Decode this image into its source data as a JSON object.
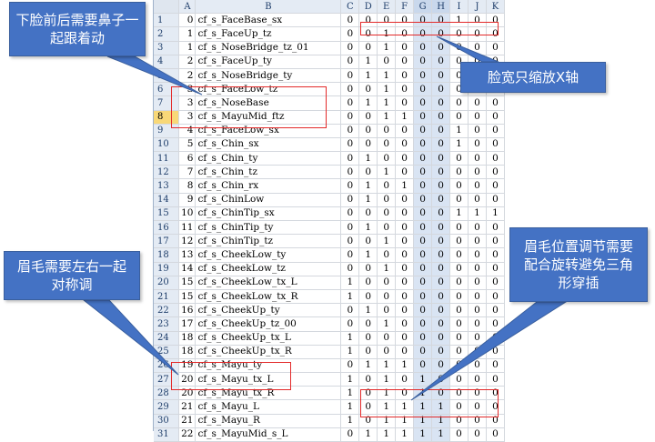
{
  "columns": [
    "A",
    "B",
    "C",
    "D",
    "E",
    "F",
    "G",
    "H",
    "I",
    "J",
    "K"
  ],
  "rows": [
    {
      "n": "1",
      "a": "0",
      "b": "cf_s_FaceBase_sx",
      "f": [
        "0",
        "0",
        "0",
        "0",
        "0",
        "0",
        "1",
        "0",
        "0"
      ]
    },
    {
      "n": "2",
      "a": "1",
      "b": "cf_s_FaceUp_tz",
      "f": [
        "0",
        "0",
        "1",
        "0",
        "0",
        "0",
        "0",
        "0",
        "0"
      ]
    },
    {
      "n": "3",
      "a": "1",
      "b": "cf_s_NoseBridge_tz_01",
      "f": [
        "0",
        "0",
        "1",
        "0",
        "0",
        "0",
        "0",
        "0",
        "0"
      ]
    },
    {
      "n": "4",
      "a": "2",
      "b": "cf_s_FaceUp_ty",
      "f": [
        "0",
        "1",
        "0",
        "0",
        "0",
        "0",
        "0",
        "0",
        "0"
      ]
    },
    {
      "n": "5",
      "a": "2",
      "b": "cf_s_NoseBridge_ty",
      "f": [
        "0",
        "1",
        "1",
        "0",
        "0",
        "0",
        "0",
        "0",
        "0"
      ]
    },
    {
      "n": "6",
      "a": "3",
      "b": "cf_s_FaceLow_tz",
      "f": [
        "0",
        "0",
        "1",
        "0",
        "0",
        "0",
        "0",
        "0",
        "0"
      ]
    },
    {
      "n": "7",
      "a": "3",
      "b": "cf_s_NoseBase",
      "f": [
        "0",
        "1",
        "1",
        "0",
        "0",
        "0",
        "0",
        "0",
        "0"
      ]
    },
    {
      "n": "8",
      "a": "3",
      "b": "cf_s_MayuMid_ftz",
      "f": [
        "0",
        "0",
        "1",
        "1",
        "0",
        "0",
        "0",
        "0",
        "0"
      ]
    },
    {
      "n": "9",
      "a": "4",
      "b": "cf_s_FaceLow_sx",
      "f": [
        "0",
        "0",
        "0",
        "0",
        "0",
        "0",
        "1",
        "0",
        "0"
      ]
    },
    {
      "n": "10",
      "a": "5",
      "b": "cf_s_Chin_sx",
      "f": [
        "0",
        "0",
        "0",
        "0",
        "0",
        "0",
        "1",
        "0",
        "0"
      ]
    },
    {
      "n": "11",
      "a": "6",
      "b": "cf_s_Chin_ty",
      "f": [
        "0",
        "1",
        "0",
        "0",
        "0",
        "0",
        "0",
        "0",
        "0"
      ]
    },
    {
      "n": "12",
      "a": "7",
      "b": "cf_s_Chin_tz",
      "f": [
        "0",
        "0",
        "1",
        "0",
        "0",
        "0",
        "0",
        "0",
        "0"
      ]
    },
    {
      "n": "13",
      "a": "8",
      "b": "cf_s_Chin_rx",
      "f": [
        "0",
        "1",
        "0",
        "1",
        "0",
        "0",
        "0",
        "0",
        "0"
      ]
    },
    {
      "n": "14",
      "a": "9",
      "b": "cf_s_ChinLow",
      "f": [
        "0",
        "1",
        "0",
        "0",
        "0",
        "0",
        "0",
        "0",
        "0"
      ]
    },
    {
      "n": "15",
      "a": "10",
      "b": "cf_s_ChinTip_sx",
      "f": [
        "0",
        "0",
        "0",
        "0",
        "0",
        "0",
        "1",
        "1",
        "1"
      ]
    },
    {
      "n": "16",
      "a": "11",
      "b": "cf_s_ChinTip_ty",
      "f": [
        "0",
        "1",
        "0",
        "0",
        "0",
        "0",
        "0",
        "0",
        "0"
      ]
    },
    {
      "n": "17",
      "a": "12",
      "b": "cf_s_ChinTip_tz",
      "f": [
        "0",
        "0",
        "1",
        "0",
        "0",
        "0",
        "0",
        "0",
        "0"
      ]
    },
    {
      "n": "18",
      "a": "13",
      "b": "cf_s_CheekLow_ty",
      "f": [
        "0",
        "1",
        "0",
        "0",
        "0",
        "0",
        "0",
        "0",
        "0"
      ]
    },
    {
      "n": "19",
      "a": "14",
      "b": "cf_s_CheekLow_tz",
      "f": [
        "0",
        "0",
        "1",
        "0",
        "0",
        "0",
        "0",
        "0",
        "0"
      ]
    },
    {
      "n": "20",
      "a": "15",
      "b": "cf_s_CheekLow_tx_L",
      "f": [
        "1",
        "0",
        "0",
        "0",
        "0",
        "0",
        "0",
        "0",
        "0"
      ]
    },
    {
      "n": "21",
      "a": "15",
      "b": "cf_s_CheekLow_tx_R",
      "f": [
        "1",
        "0",
        "0",
        "0",
        "0",
        "0",
        "0",
        "0",
        "0"
      ]
    },
    {
      "n": "22",
      "a": "16",
      "b": "cf_s_CheekUp_ty",
      "f": [
        "0",
        "1",
        "0",
        "0",
        "0",
        "0",
        "0",
        "0",
        "0"
      ]
    },
    {
      "n": "23",
      "a": "17",
      "b": "cf_s_CheekUp_tz_00",
      "f": [
        "0",
        "0",
        "1",
        "0",
        "0",
        "0",
        "0",
        "0",
        "0"
      ]
    },
    {
      "n": "24",
      "a": "18",
      "b": "cf_s_CheekUp_tx_L",
      "f": [
        "1",
        "0",
        "0",
        "0",
        "0",
        "0",
        "0",
        "0",
        "0"
      ]
    },
    {
      "n": "25",
      "a": "18",
      "b": "cf_s_CheekUp_tx_R",
      "f": [
        "1",
        "0",
        "0",
        "0",
        "0",
        "0",
        "0",
        "0",
        "0"
      ]
    },
    {
      "n": "26",
      "a": "19",
      "b": "cf_s_Mayu_ty",
      "f": [
        "0",
        "1",
        "1",
        "1",
        "0",
        "0",
        "0",
        "0",
        "0"
      ]
    },
    {
      "n": "27",
      "a": "20",
      "b": "cf_s_Mayu_tx_L",
      "f": [
        "1",
        "0",
        "1",
        "0",
        "1",
        "0",
        "0",
        "0",
        "0"
      ]
    },
    {
      "n": "28",
      "a": "20",
      "b": "cf_s_Mayu_tx_R",
      "f": [
        "1",
        "0",
        "1",
        "0",
        "1",
        "0",
        "0",
        "0",
        "0"
      ]
    },
    {
      "n": "29",
      "a": "21",
      "b": "cf_s_Mayu_L",
      "f": [
        "1",
        "0",
        "1",
        "1",
        "1",
        "1",
        "0",
        "0",
        "0"
      ]
    },
    {
      "n": "30",
      "a": "21",
      "b": "cf_s_Mayu_R",
      "f": [
        "1",
        "0",
        "1",
        "1",
        "1",
        "1",
        "0",
        "0",
        "0"
      ]
    },
    {
      "n": "31",
      "a": "22",
      "b": "cf_s_MayuMid_s_L",
      "f": [
        "0",
        "1",
        "1",
        "1",
        "1",
        "1",
        "0",
        "0",
        "0"
      ]
    }
  ],
  "selected_row": "8",
  "callouts": {
    "top_left": "下脸前后需要鼻子一起跟着动",
    "top_right": "脸宽只缩放X轴",
    "bottom_left": "眉毛需要左右一起对称调",
    "bottom_right": "眉毛位置调节需要配合旋转避免三角形穿插"
  },
  "colors": {
    "callout_fill": "#4472c4",
    "highlight_box": "#e32a2a",
    "column_highlight": "#d9e4f3",
    "selected_row": "#f8d878"
  }
}
